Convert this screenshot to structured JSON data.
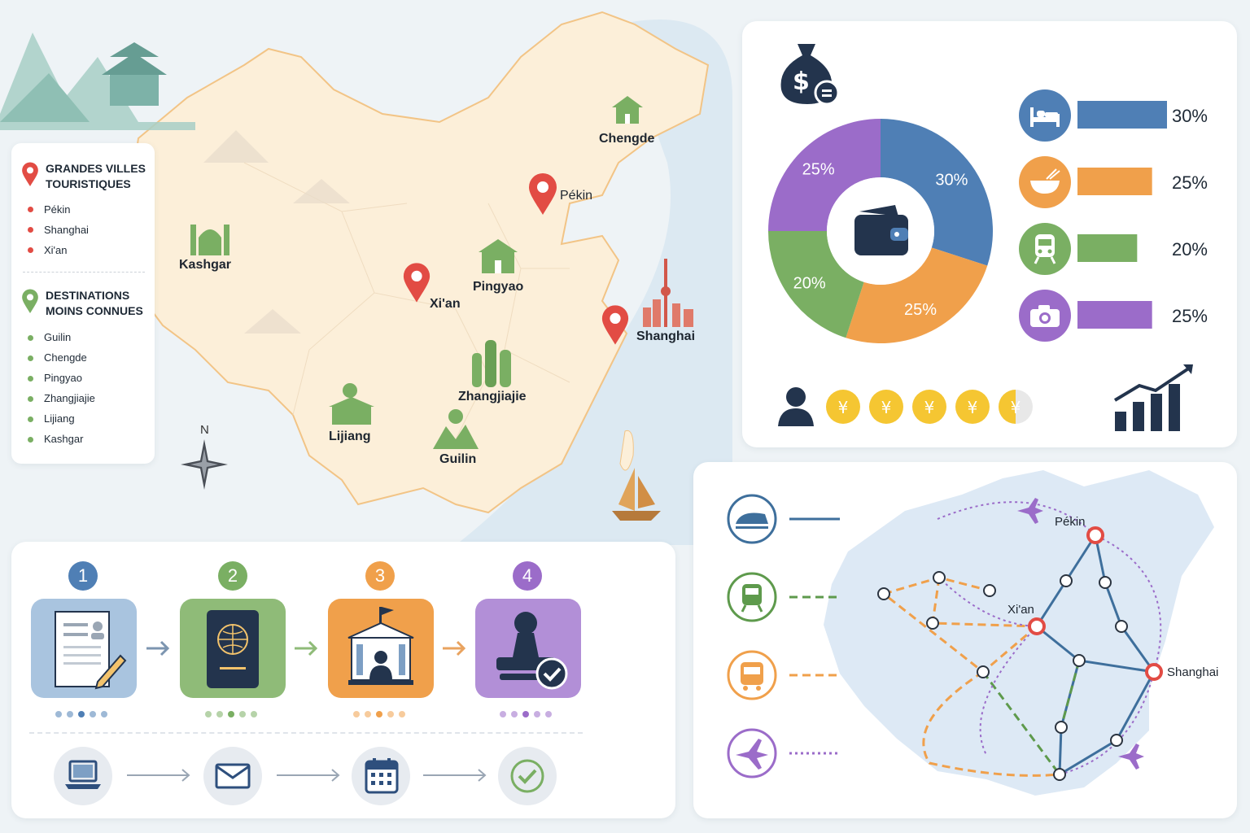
{
  "legend": {
    "major_title_line1": "GRANDES VILLES",
    "major_title_line2": "TOURISTIQUES",
    "major": [
      "Pékin",
      "Shanghai",
      "Xi'an"
    ],
    "minor_title_line1": "DESTINATIONS",
    "minor_title_line2": "MOINS CONNUES",
    "minor": [
      "Guilin",
      "Chengde",
      "Pingyao",
      "Zhangjiajie",
      "Lijiang",
      "Kashgar"
    ]
  },
  "map": {
    "compass": "N",
    "cities": {
      "chengde": "Chengde",
      "pekin": "Pékin",
      "kashgar": "Kashgar",
      "pingyao": "Pingyao",
      "xian": "Xi'an",
      "shanghai": "Shanghai",
      "zhangjiajie": "Zhangjiajie",
      "lijiang": "Lijiang",
      "guilin": "Guilin"
    }
  },
  "budget": {
    "icons": [
      "money-bag-icon",
      "wallet-icon",
      "bed-icon",
      "bowl-icon",
      "train-icon",
      "camera-icon",
      "person-icon",
      "yuan-coin-icon",
      "growth-chart-icon"
    ],
    "currency_symbol": "¥",
    "coin_count": 4.5,
    "colors": {
      "lodging": "#4f7fb5",
      "food": "#f0a04b",
      "transport": "#7aaf63",
      "activities": "#9b6cc9"
    }
  },
  "chart_data": {
    "type": "pie",
    "donut": true,
    "categories": [
      "",
      "",
      "",
      ""
    ],
    "values": [
      30,
      25,
      20,
      25
    ],
    "labels": [
      "30%",
      "25%",
      "20%",
      "25%"
    ],
    "colors": [
      "#4f7fb5",
      "#f0a04b",
      "#7aaf63",
      "#9b6cc9"
    ],
    "bars": [
      {
        "icon": "bed-icon",
        "value": 30,
        "label": "30%"
      },
      {
        "icon": "bowl-icon",
        "value": 25,
        "label": "25%"
      },
      {
        "icon": "train-icon",
        "value": 20,
        "label": "20%"
      },
      {
        "icon": "camera-icon",
        "value": 25,
        "label": "25%"
      }
    ]
  },
  "visa_steps": {
    "numbers": [
      "1",
      "2",
      "3",
      "4"
    ],
    "colors": [
      "#4f7fb5",
      "#7aaf63",
      "#f0a04b",
      "#9b6cc9"
    ],
    "icons": [
      "application-form-icon",
      "passport-icon",
      "embassy-icon",
      "stamp-approved-icon"
    ],
    "process_icons": [
      "laptop-icon",
      "envelope-icon",
      "calendar-icon",
      "check-circle-icon"
    ]
  },
  "routes": {
    "modes": [
      {
        "icon": "high-speed-train-icon",
        "color": "#3e6f9c",
        "line": "solid"
      },
      {
        "icon": "train-icon",
        "color": "#5e9a4c",
        "line": "dashed"
      },
      {
        "icon": "bus-icon",
        "color": "#f0a04b",
        "line": "dashed"
      },
      {
        "icon": "plane-icon",
        "color": "#9b6cc9",
        "line": "dotted"
      }
    ],
    "cities": {
      "pekin": "Pékin",
      "xian": "Xi'an",
      "shanghai": "Shanghai"
    }
  }
}
